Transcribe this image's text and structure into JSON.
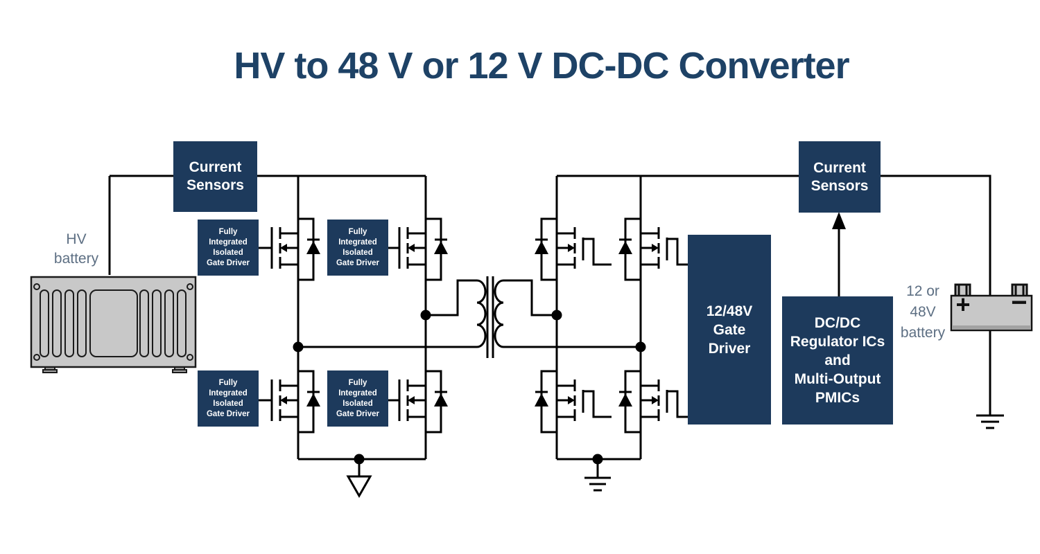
{
  "title": "HV to 48 V or 12 V DC-DC Converter",
  "colors": {
    "navy": "#1d3a5c",
    "title_color": "#1e4266",
    "label_color": "#5d6f83",
    "wire": "#000000",
    "metal": "#c8c8c8",
    "metal_dark": "#a2a2a2"
  },
  "labels": {
    "hv_battery": {
      "lines": [
        "HV",
        "battery"
      ]
    },
    "output_battery": {
      "lines": [
        "12 or",
        "48V",
        "battery"
      ],
      "plus": "+",
      "minus": "−"
    }
  },
  "boxes": {
    "current_sensors": {
      "lines": [
        "Current",
        "Sensors"
      ]
    },
    "isolated_gate_driver": {
      "lines": [
        "Fully",
        "Integrated",
        "Isolated",
        "Gate Driver"
      ]
    },
    "gate_driver_1248": {
      "lines": [
        "12/48V",
        "Gate",
        "Driver"
      ]
    },
    "dcdc_regulator": {
      "lines": [
        "DC/DC",
        "Regulator ICs",
        "and",
        "Multi-Output",
        "PMICs"
      ]
    }
  },
  "icons": {
    "hv_battery": "battery-pack-icon",
    "output_battery": "car-battery-icon",
    "transformer": "transformer-icon",
    "mosfet": "mosfet-icon",
    "body_diode": "diode-icon",
    "chassis_ground": "chassis-ground-icon",
    "earth_ground": "earth-ground-icon",
    "feedback_arrow": "arrow-up-icon",
    "junction": "node-dot"
  }
}
